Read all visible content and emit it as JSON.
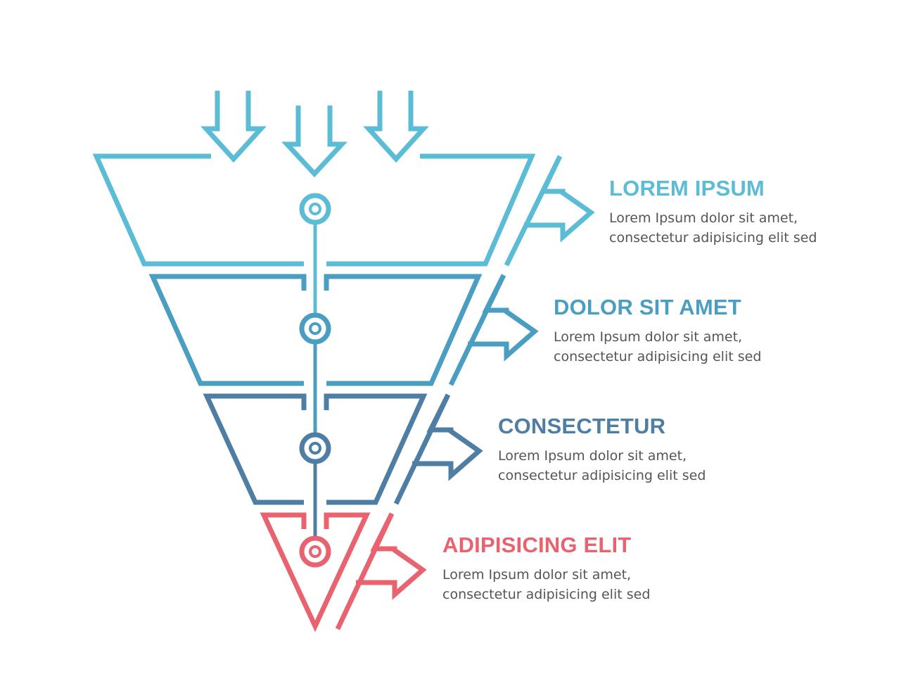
{
  "colors": {
    "level1": "#5bbcd6",
    "level2": "#4a9ec2",
    "level3": "#4f7ea5",
    "level4": "#e8636f",
    "body_text": "#555555"
  },
  "stages": [
    {
      "title": "LOREM IPSUM",
      "line1": "Lorem Ipsum dolor sit amet,",
      "line2": "consectetur adipisicing elit sed"
    },
    {
      "title": "DOLOR SIT AMET",
      "line1": "Lorem Ipsum dolor sit amet,",
      "line2": "consectetur adipisicing elit sed"
    },
    {
      "title": "CONSECTETUR",
      "line1": "Lorem Ipsum dolor sit amet,",
      "line2": "consectetur adipisicing elit sed"
    },
    {
      "title": "ADIPISICING ELIT",
      "line1": "Lorem Ipsum dolor sit amet,",
      "line2": "consectetur adipisicing elit sed"
    }
  ]
}
